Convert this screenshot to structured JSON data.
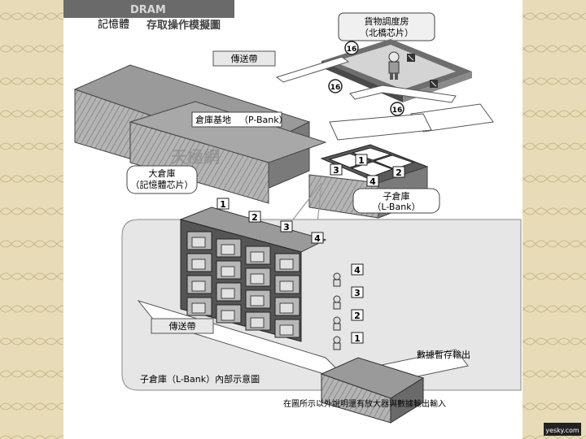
{
  "header": {
    "title_prefix": "記憶體",
    "title_main": "存取操作模擬圖",
    "cut_title": "DRAM"
  },
  "labels": {
    "cargo_room": "貨物調度房",
    "cargo_room_sub": "（北橋芯片）",
    "conveyor_top": "傳送帶",
    "warehouse_base": "倉庫基地",
    "warehouse_base_sub": "（P-Bank）",
    "big_warehouse": "大倉庫",
    "big_warehouse_sub": "（記憶體芯片）",
    "sub_warehouse": "子倉庫",
    "sub_warehouse_sub": "（L-Bank）",
    "conveyor_bottom": "傳送帶",
    "diagram_caption": "子倉庫（L-Bank）內部示意圖",
    "sense_note": "數據暫存輸出",
    "bottom_note": "在圖所示以外說明還有放大器與數據輸出輸入",
    "watermark": "天極網",
    "badge": "16",
    "logo": "yesky.com"
  },
  "bank_numbers": [
    "1",
    "2",
    "3",
    "4"
  ],
  "column_numbers": [
    "1",
    "2",
    "3",
    "4"
  ],
  "row_numbers": [
    "4",
    "3",
    "2",
    "1"
  ],
  "colors": {
    "background": "#f3ead0",
    "panel": "#ffffff",
    "roof": "#9a9a9a",
    "wall": "#c8c8c8",
    "dark": "#555555",
    "badge": "#ffffff",
    "cell": "#b8b8b8"
  }
}
